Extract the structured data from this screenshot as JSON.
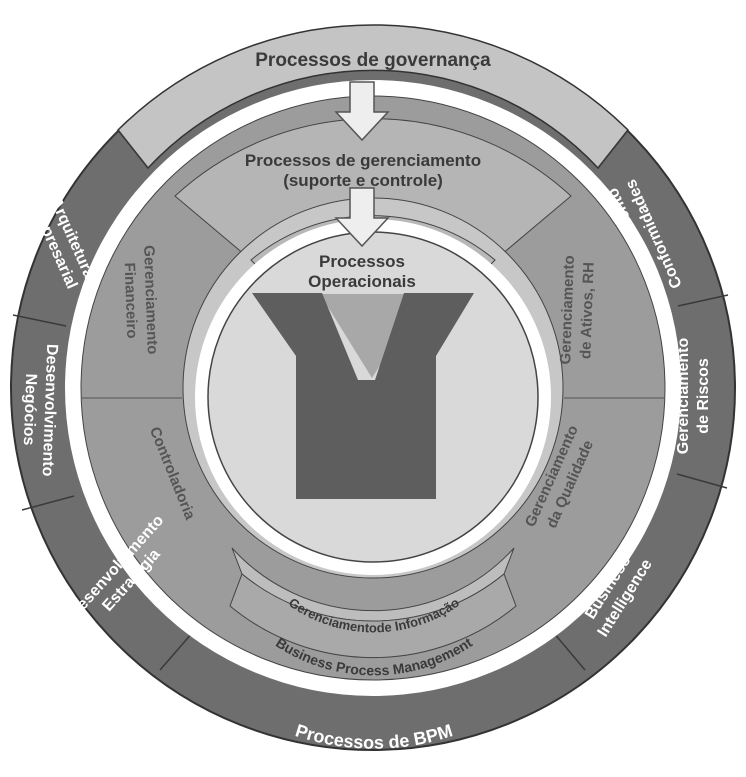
{
  "outer_ring": {
    "top": "Processos de governança",
    "bottom": "Processos de BPM",
    "left": [
      [
        "Arquitetura",
        "Empresarial"
      ],
      [
        "Desenvolvimento",
        "Negócios"
      ],
      [
        "Desenvolvimento",
        "Estratégia"
      ]
    ],
    "right": [
      [
        "Gerenciamento",
        "Conformidades"
      ],
      [
        "Gerenciamento",
        "de Riscos"
      ],
      [
        "Business",
        "Intelligence"
      ]
    ]
  },
  "middle_ring": {
    "top": [
      "Processos de gerenciamento",
      "(suporte e controle)"
    ],
    "left": [
      [
        "Gerenciamento",
        "Financeiro"
      ],
      [
        "Controladoria"
      ]
    ],
    "right": [
      [
        "Gerenciamento",
        "de Ativos, RH"
      ],
      [
        "Gerenciamento",
        "da Qualidade"
      ]
    ],
    "bottom_bands": [
      "Gerenciamentode Informação",
      "Business Process Management"
    ]
  },
  "core": {
    "title": [
      "Processos",
      "Operacionais"
    ]
  },
  "colors": {
    "dark": "#6b6b6b",
    "mid": "#9a9a9a",
    "light": "#c2c2c2",
    "pale": "#d9d9d9",
    "shape": "#5e5e5e"
  }
}
